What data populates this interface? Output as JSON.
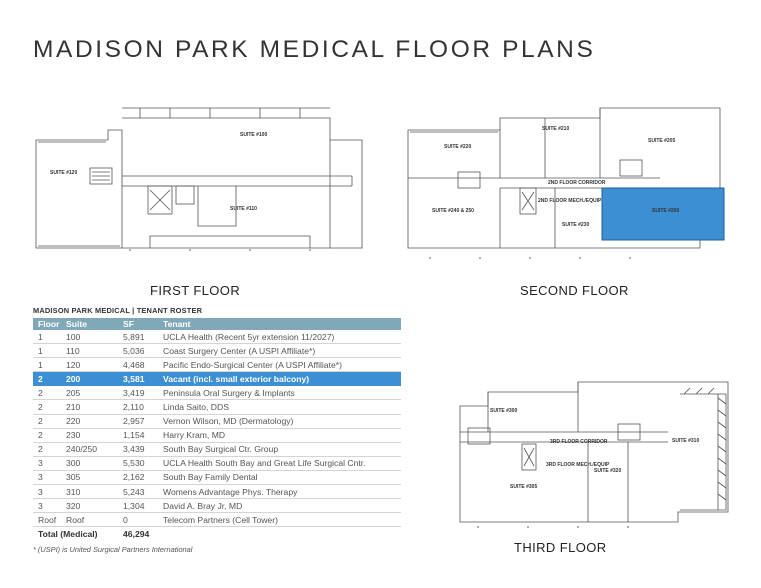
{
  "title": "MADISON PARK MEDICAL FLOOR PLANS",
  "plans": {
    "first": {
      "label": "FIRST FLOOR",
      "suites": [
        "SUITE #100",
        "SUITE #120",
        "SUITE #110"
      ]
    },
    "second": {
      "label": "SECOND FLOOR",
      "suites": [
        "SUITE #210",
        "SUITE #220",
        "SUITE #205",
        "2ND FLOOR CORRIDOR",
        "2ND FLOOR MECH./EQUIP",
        "SUITE #240 & 250",
        "SUITE #200",
        "SUITE #230"
      ]
    },
    "third": {
      "label": "THIRD FLOOR",
      "suites": [
        "SUITE #300",
        "3RD FLOOR CORRIDOR",
        "SUITE #310",
        "3RD FLOOR MECH./EQUIP",
        "SUITE #320",
        "SUITE #305"
      ]
    }
  },
  "roster": {
    "title": "MADISON PARK MEDICAL | TENANT ROSTER",
    "headers": [
      "Floor",
      "Suite",
      "SF",
      "Tenant"
    ],
    "rows": [
      [
        "1",
        "100",
        "5,891",
        "UCLA Health (Recent 5yr extension 11/2027)"
      ],
      [
        "1",
        "110",
        "5,036",
        "Coast Surgery Center (A USPI Affiliate*)"
      ],
      [
        "1",
        "120",
        "4,468",
        "Pacific Endo-Surgical Center (A USPI Affiliate*)"
      ],
      [
        "2",
        "200",
        "3,581",
        "Vacant (incl. small exterior balcony)"
      ],
      [
        "2",
        "205",
        "3,419",
        "Peninsula Oral Surgery & Implants"
      ],
      [
        "2",
        "210",
        "2,110",
        "Linda Saito, DDS"
      ],
      [
        "2",
        "220",
        "2,957",
        "Vernon Wilson, MD (Dermatology)"
      ],
      [
        "2",
        "230",
        "1,154",
        "Harry Kram, MD"
      ],
      [
        "2",
        "240/250",
        "3,439",
        "South Bay Surgical Ctr. Group"
      ],
      [
        "3",
        "300",
        "5,530",
        "UCLA Health South Bay and Great Life Surgical Cntr."
      ],
      [
        "3",
        "305",
        "2,162",
        "South Bay Family Dental"
      ],
      [
        "3",
        "310",
        "5,243",
        "Womens Advantage Phys. Therapy"
      ],
      [
        "3",
        "320",
        "1,304",
        "David A. Bray Jr, MD"
      ],
      [
        "Roof",
        "Roof",
        "0",
        "Telecom Partners (Cell Tower)"
      ]
    ],
    "highlight_row": 3,
    "highlight_color": "#3d8fd3",
    "header_color": "#7fa8b8",
    "total": {
      "label": "Total (Medical)",
      "value": "46,294"
    }
  },
  "footnote": "* (USPI) is United Surgical Partners International"
}
